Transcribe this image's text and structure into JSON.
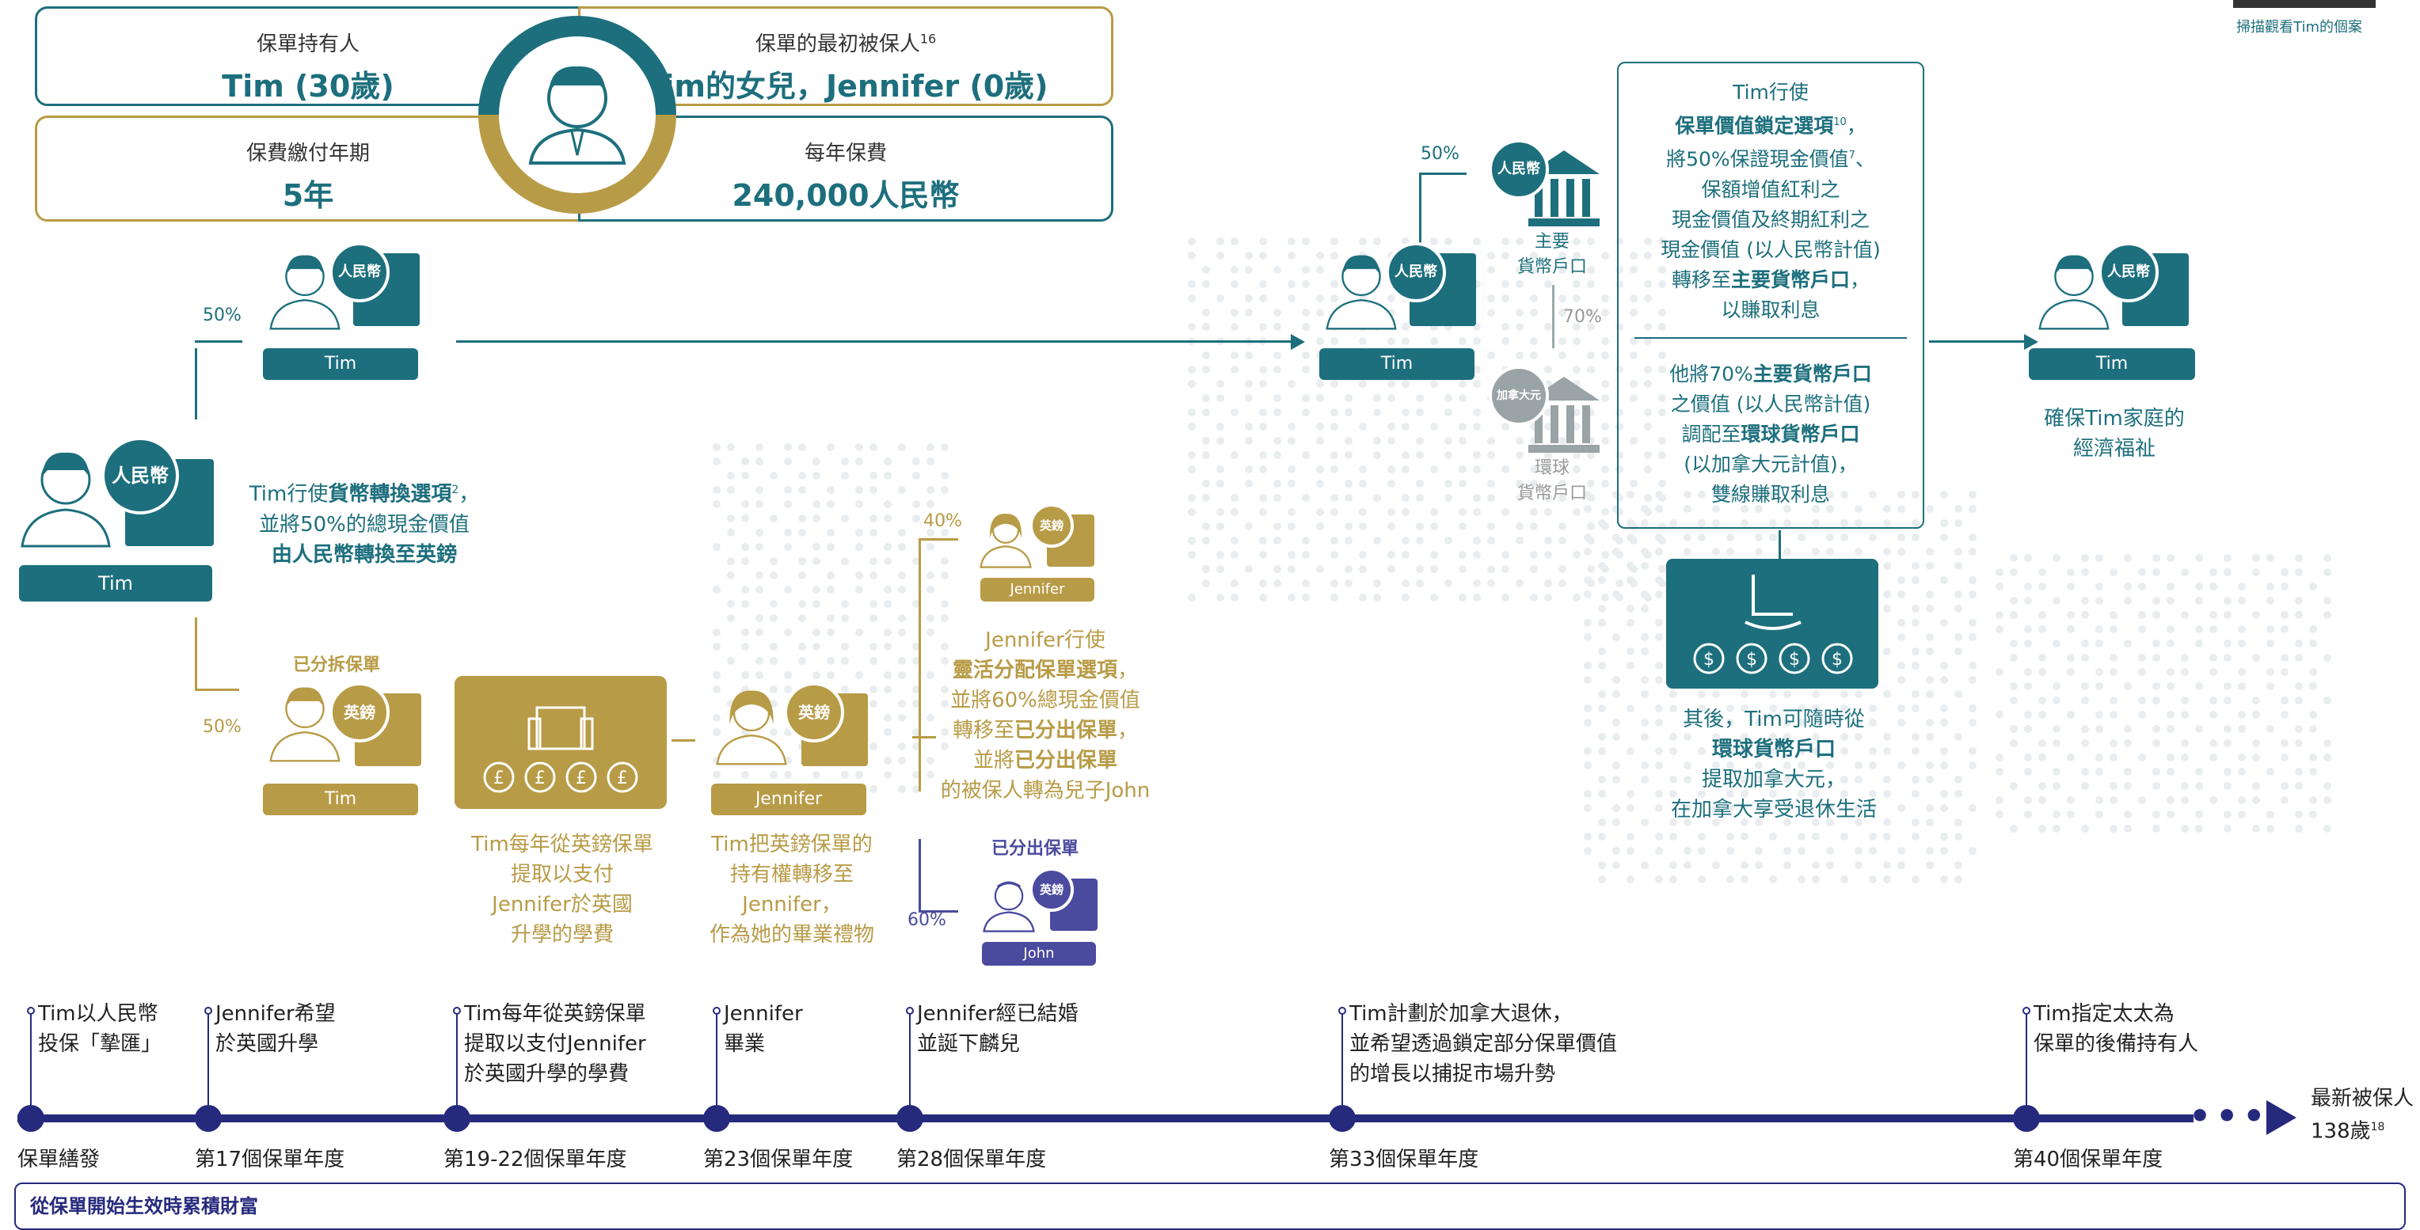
{
  "header": {
    "policyholder_label": "保單持有人",
    "policyholder_value": "Tim (30歲)",
    "insured_label": "保單的最初被保人",
    "insured_sup": "16",
    "insured_value": "Tim的女兒，Jennifer (0歲)",
    "payment_term_label": "保費繳付年期",
    "payment_term_value": "5年",
    "annual_premium_label": "每年保費",
    "annual_premium_value": "240,000人民幣"
  },
  "top_right_caption": "掃描觀看Tim的個案",
  "badges": {
    "rmb": "人民幣",
    "gbp": "英鎊",
    "cad": "加拿大元"
  },
  "names": {
    "tim": "Tim",
    "jennifer": "Jennifer",
    "john": "John"
  },
  "percents": {
    "p50": "50%",
    "p40": "40%",
    "p60": "60%",
    "p70": "70%"
  },
  "split_policy_label": "已分拆保單",
  "split_out_policy_label": "已分出保單",
  "left_note": {
    "line1_a": "Tim行使",
    "line1_b": "貨幣轉換選項",
    "line1_sup": "2",
    "line1_c": "，",
    "line2": "並將50%的總現金價值",
    "line3": "由人民幣轉換至英鎊"
  },
  "gold_notes": {
    "tim_withdraw": [
      "Tim每年從英鎊保單",
      "提取以支付",
      "Jennifer於英國",
      "升學的學費"
    ],
    "transfer": [
      "Tim把英鎊保單的",
      "持有權轉移至",
      "Jennifer，",
      "作為她的畢業禮物"
    ],
    "jennifer_note_1": "Jennifer行使",
    "jennifer_note_2": "靈活分配保單選項",
    "jennifer_note_3": "並將60%總現金價值",
    "jennifer_note_4a": "轉移至",
    "jennifer_note_4b": "已分出保單",
    "jennifer_note_5a": "並將",
    "jennifer_note_5b": "已分出保單",
    "jennifer_note_6": "的被保人轉為兒子John"
  },
  "accounts": {
    "main": [
      "主要",
      "貨幣戶口"
    ],
    "global": [
      "環球",
      "貨幣戶口"
    ]
  },
  "right_box": {
    "l1": "Tim行使",
    "l2": "保單價值鎖定選項",
    "l2_sup": "10",
    "l3": "將50%保證現金價值",
    "l3_sup": "7",
    "l4": "保額增值紅利之",
    "l5": "現金價值及終期紅利之",
    "l6": "現金價值 (以人民幣計值)",
    "l7a": "轉移至",
    "l7b": "主要貨幣戶口",
    "l8": "以賺取利息",
    "m1a": "他將70%",
    "m1b": "主要貨幣戶口",
    "m2": "之價值 (以人民幣計值)",
    "m3a": "調配至",
    "m3b": "環球貨幣戶口",
    "m4": "(以加拿大元計值)，",
    "m5": "雙線賺取利息"
  },
  "retire_note": [
    "其後，Tim可隨時從",
    "環球貨幣戶口",
    "提取加拿大元，",
    "在加拿大享受退休生活"
  ],
  "final_note": [
    "確保Tim家庭的",
    "經濟福祉"
  ],
  "timeline": {
    "events": [
      {
        "label": [
          "Tim以人民幣",
          "投保「摯匯」"
        ],
        "year": "保單繕發"
      },
      {
        "label": [
          "Jennifer希望",
          "於英國升學"
        ],
        "year": "第17個保單年度"
      },
      {
        "label": [
          "Tim每年從英鎊保單",
          "提取以支付Jennifer",
          "於英國升學的學費"
        ],
        "year": "第19-22個保單年度"
      },
      {
        "label": [
          "Jennifer",
          "畢業"
        ],
        "year": "第23個保單年度"
      },
      {
        "label": [
          "Jennifer經已結婚",
          "並誕下麟兒"
        ],
        "year": "第28個保單年度"
      },
      {
        "label": [
          "Tim計劃於加拿大退休，",
          "並希望透過鎖定部分保單價值",
          "的增長以捕捉市場升勢"
        ],
        "year": "第33個保單年度"
      },
      {
        "label": [
          "Tim指定太太為",
          "保單的後備持有人"
        ],
        "year": "第40個保單年度"
      }
    ],
    "end_label": "最新被保人",
    "end_value": "138歲",
    "end_sup": "18"
  },
  "footer_box_title": "從保單開始生效時累積財富",
  "colors": {
    "teal": "#1d6f7d",
    "gold": "#b89b46",
    "purple": "#4a4a9e",
    "navy": "#262a7c"
  }
}
